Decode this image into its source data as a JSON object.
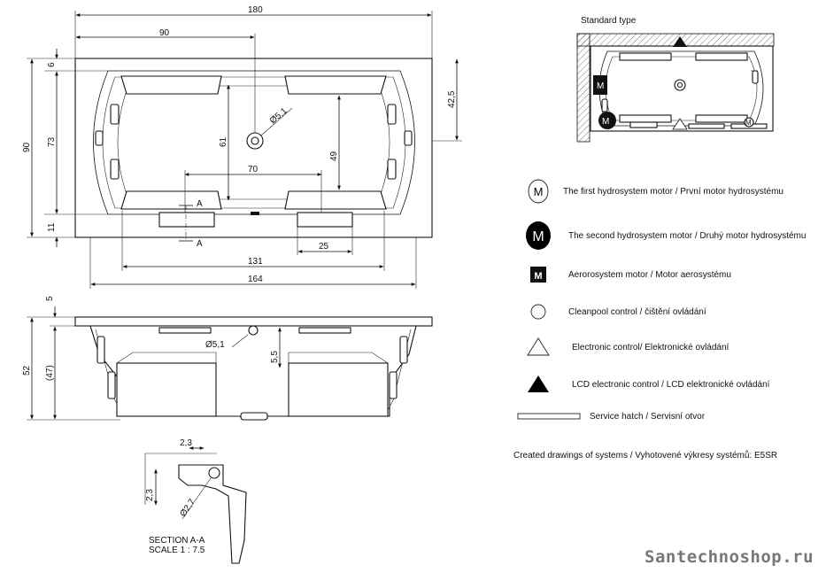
{
  "dimensions": {
    "top_total": "180",
    "top_half": "90",
    "rim_top": "6",
    "height_total": "90",
    "inner_h": "73",
    "rim_bottom": "11",
    "right_offset": "42,5",
    "inner_61": "61",
    "inner_49": "49",
    "drain": "Ø5,1",
    "inner_70": "70",
    "service_25": "25",
    "bottom_131": "131",
    "bottom_164": "164",
    "section_mark_a": "A",
    "side_rim": "5",
    "side_height": "52",
    "side_inner": "(47)",
    "side_drain": "Ø5,1",
    "side_55": "5,5",
    "sec_23_top": "2,3",
    "sec_23_left": "2,3",
    "sec_27": "Ø2,7"
  },
  "section": {
    "line1": "SECTION A-A",
    "line2": "SCALE 1 : 7.5"
  },
  "standard_type": {
    "title": "Standard type",
    "motor_m": "M"
  },
  "legend": [
    {
      "icon": "m-circle-outline-icon",
      "symbol": "M",
      "text": "The first hydrosystem motor / První motor hydrosystému"
    },
    {
      "icon": "m-circle-filled-icon",
      "symbol": "M",
      "text": "The second hydrosystem motor / Druhý motor hydrosystému"
    },
    {
      "icon": "m-square-filled-icon",
      "symbol": "M",
      "text": "Aerorosystem motor / Motor aerosystému"
    },
    {
      "icon": "circle-outline-icon",
      "symbol": "",
      "text": "Cleanpool control / čištění ovládání"
    },
    {
      "icon": "triangle-outline-icon",
      "symbol": "",
      "text": "Electronic control/ Elektronické ovládání"
    },
    {
      "icon": "triangle-filled-icon",
      "symbol": "",
      "text": "LCD electronic control / LCD elektronické ovládání"
    },
    {
      "icon": "service-hatch-icon",
      "symbol": "",
      "text": "Service hatch / Servisní otvor"
    }
  ],
  "created": "Created drawings of systems / Vyhotovené výkresy systémů: E5SR",
  "watermark": "Santechnoshop.ru"
}
